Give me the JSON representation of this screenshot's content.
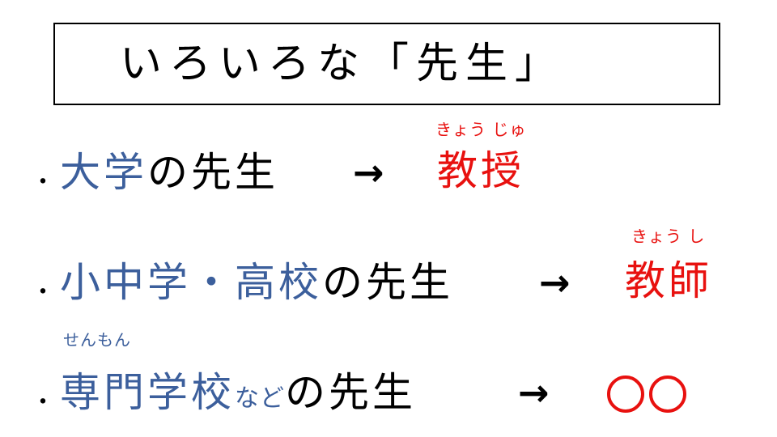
{
  "title": "いろいろな「先生」",
  "bullet": "・",
  "arrow": "→",
  "rows": [
    {
      "subject_blue": "大学",
      "subject_rest": "の先生",
      "answer": "教授",
      "answer_reading": "きょう じゅ"
    },
    {
      "subject_blue": "小中学・高校",
      "subject_rest": "の先生",
      "answer": "教師",
      "answer_reading": "きょう し"
    },
    {
      "subject_blue": "専門学校",
      "subject_small": "など",
      "subject_rest": "の先生",
      "subject_reading": "せんもん",
      "answer_placeholder": "○○"
    }
  ],
  "colors": {
    "blue": "#3c5f9c",
    "red": "#e8110f",
    "text": "#000000"
  }
}
